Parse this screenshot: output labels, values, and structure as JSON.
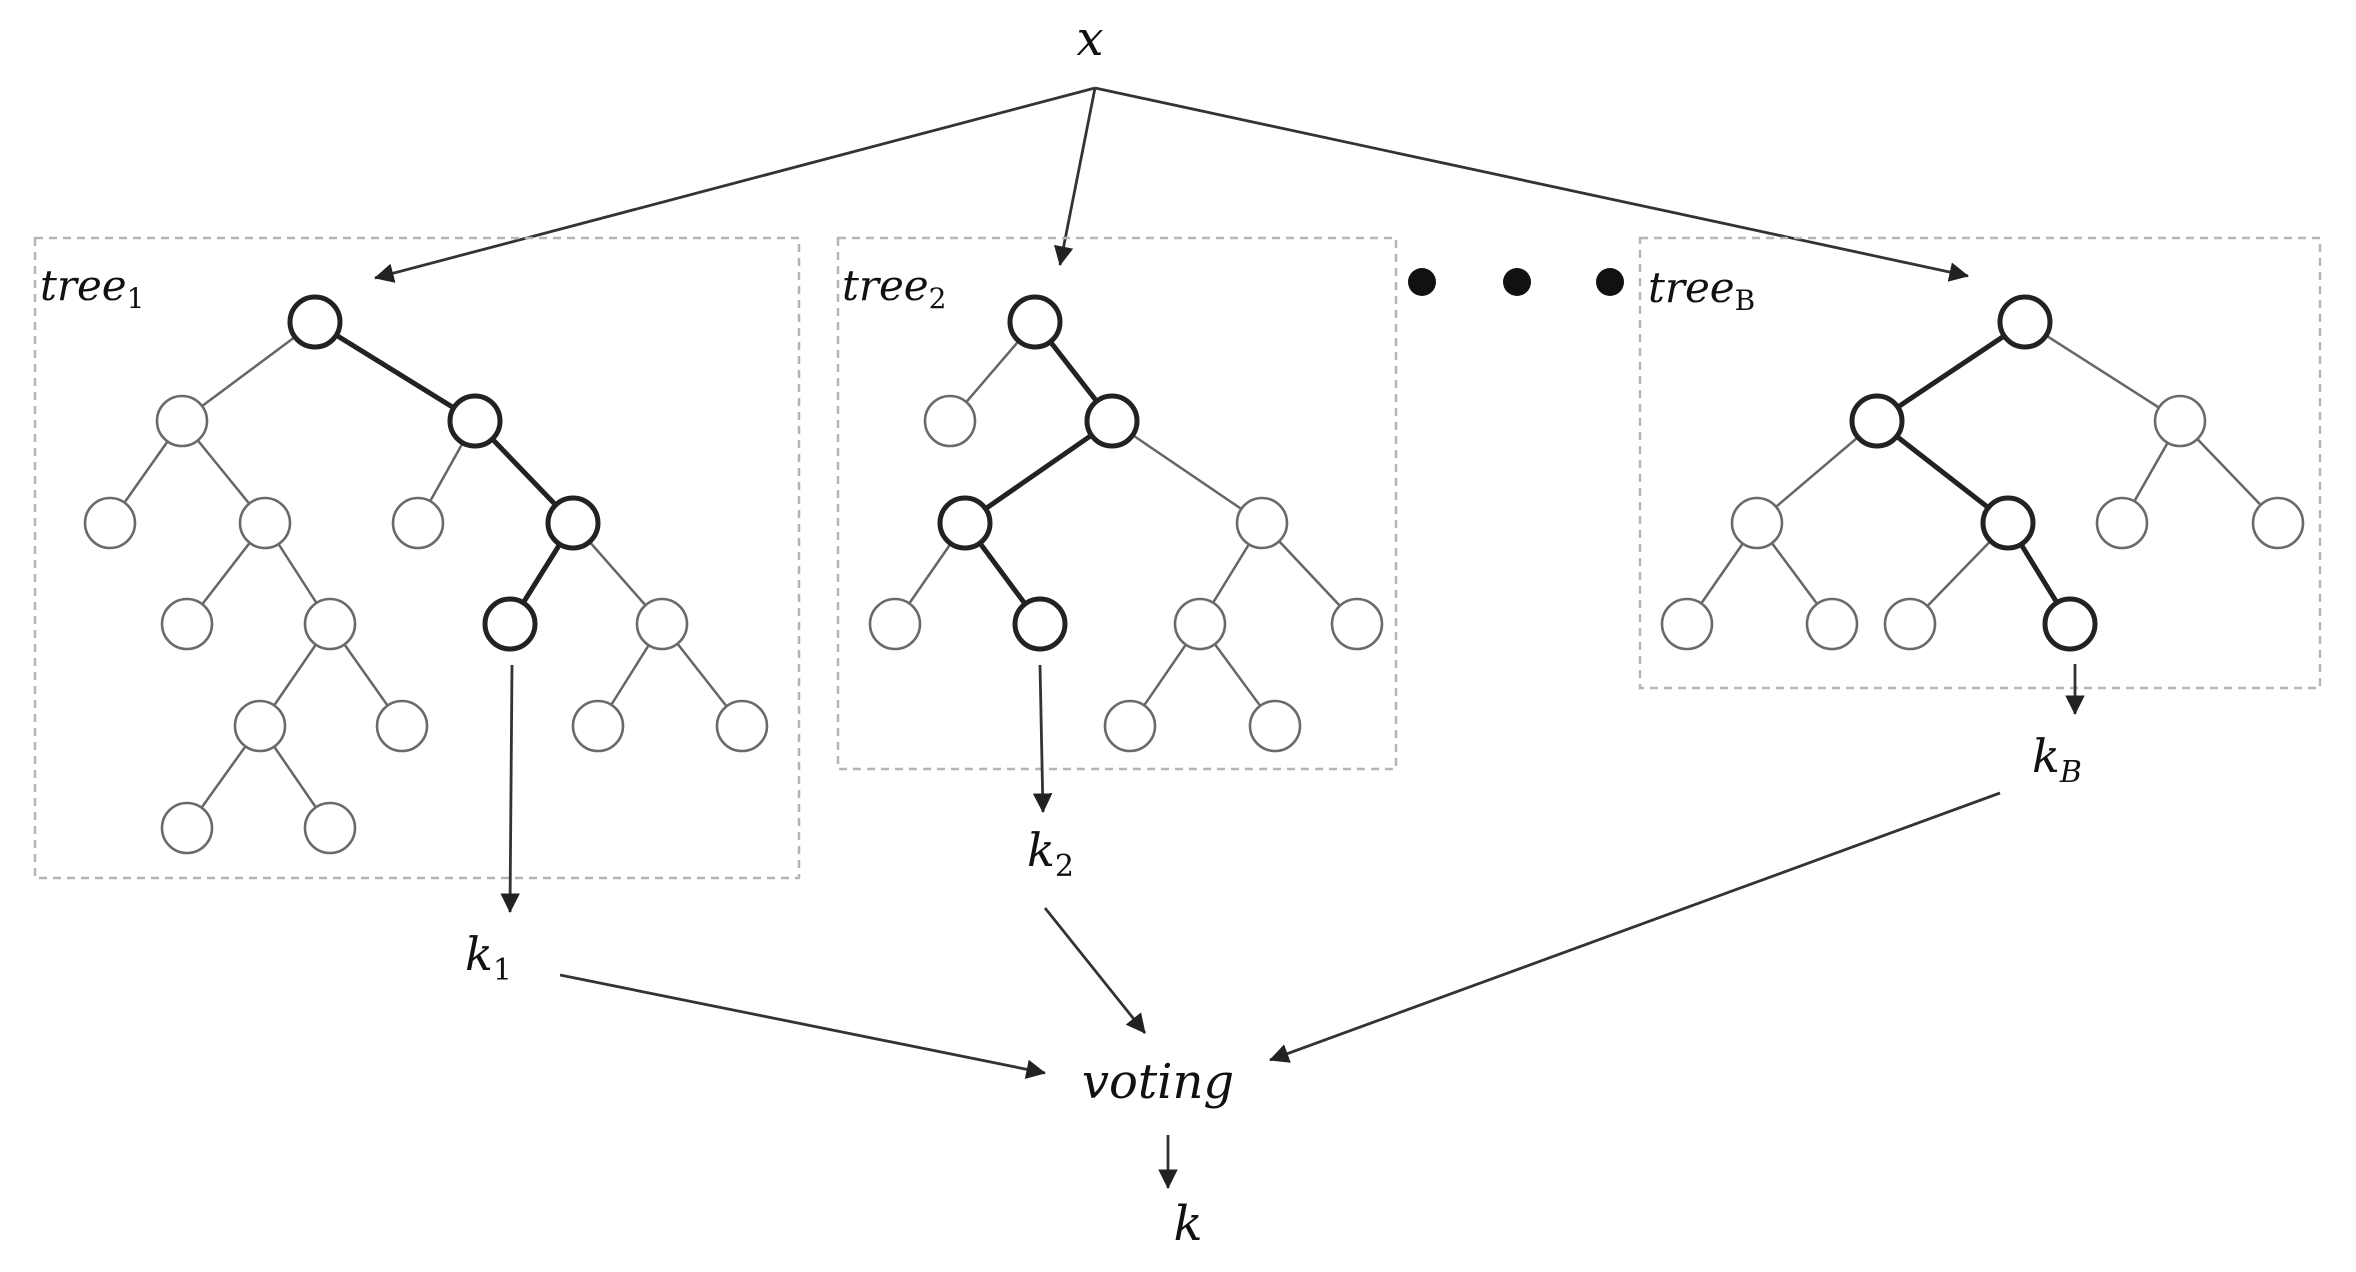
{
  "input_label": "x",
  "trees": [
    {
      "name": "tree",
      "sub": "1",
      "output_name": "k",
      "output_sub": "1"
    },
    {
      "name": "tree",
      "sub": "2",
      "output_name": "k",
      "output_sub": "2"
    },
    {
      "name": "tree",
      "sub": "B",
      "output_name": "k",
      "output_sub": "B"
    }
  ],
  "ellipsis_dots": 3,
  "aggregator_label": "voting",
  "final_label": "k"
}
